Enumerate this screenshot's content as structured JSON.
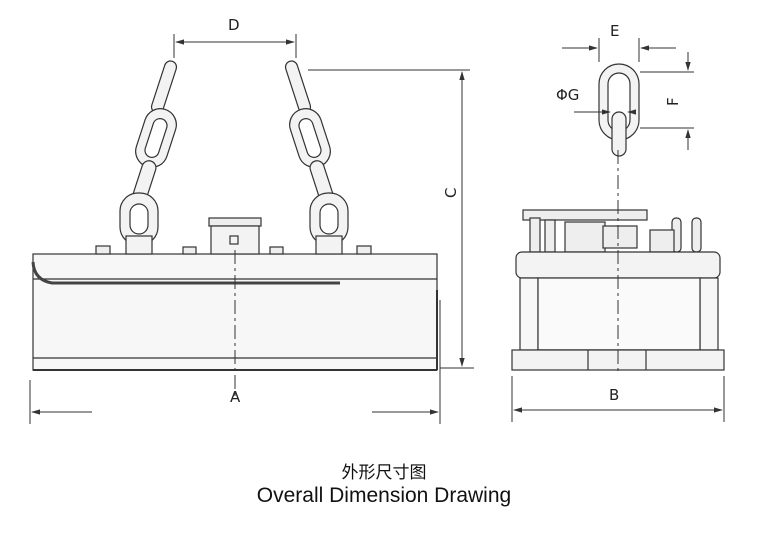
{
  "dimensions": {
    "a": "A",
    "b": "B",
    "c": "C",
    "d": "D",
    "e": "E",
    "f": "F",
    "g": "ΦG"
  },
  "caption": {
    "chinese": "外形尺寸图",
    "english": "Overall Dimension Drawing"
  }
}
